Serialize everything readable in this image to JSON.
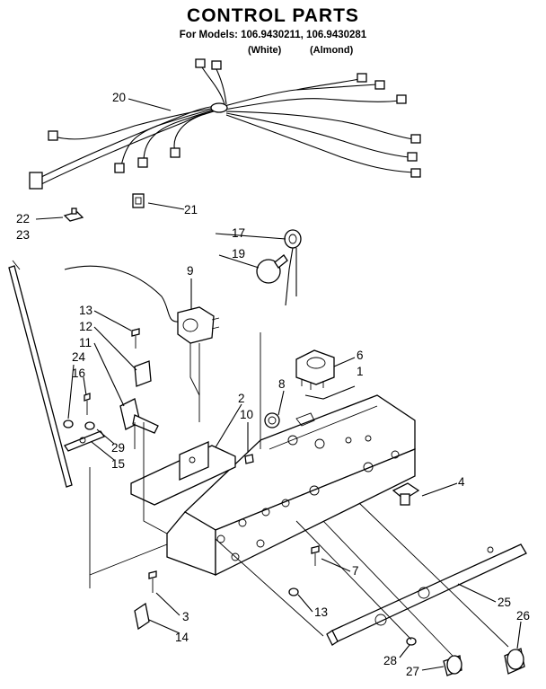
{
  "title": "CONTROL PARTS",
  "models_line": "For Models: 106.9430211, 106.9430281",
  "color_white": "(White)",
  "color_almond": "(Almond)",
  "callouts": {
    "c1": "1",
    "c2": "2",
    "c3": "3",
    "c4": "4",
    "c6": "6",
    "c7": "7",
    "c8": "8",
    "c9": "9",
    "c10": "10",
    "c11": "11",
    "c12": "12",
    "c13a": "13",
    "c13b": "13",
    "c14": "14",
    "c15": "15",
    "c16": "16",
    "c17": "17",
    "c19": "19",
    "c20": "20",
    "c21": "21",
    "c22": "22",
    "c23": "23",
    "c24": "24",
    "c25": "25",
    "c26": "26",
    "c27": "27",
    "c28": "28",
    "c29": "29"
  }
}
